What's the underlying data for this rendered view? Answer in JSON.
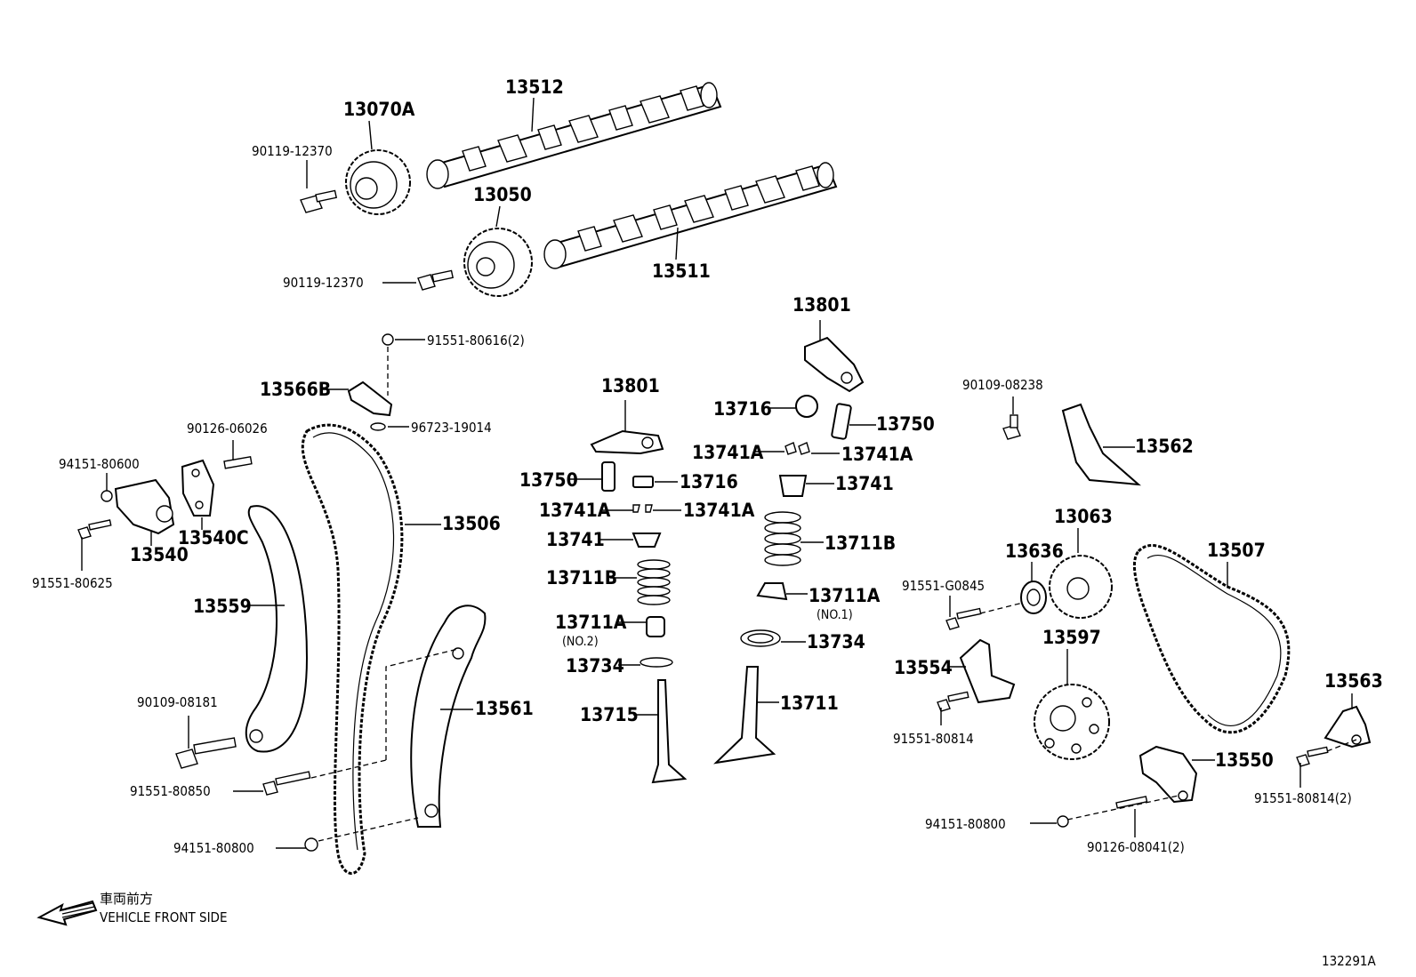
{
  "diagram": {
    "parts": {
      "p13512": "13512",
      "p13070A": "13070A",
      "p90119_12370_top": "90119-12370",
      "p13050": "13050",
      "p90119_12370_bot": "90119-12370",
      "p13511": "13511",
      "p91551_80616": "91551-80616(2)",
      "p13566B": "13566B",
      "p96723_19014": "96723-19014",
      "p90126_06026": "90126-06026",
      "p94151_80600": "94151-80600",
      "p13540C": "13540C",
      "p13540": "13540",
      "p91551_80625": "91551-80625",
      "p13506": "13506",
      "p13559": "13559",
      "p90109_08181": "90109-08181",
      "p91551_80850": "91551-80850",
      "p94151_80800_left": "94151-80800",
      "p13561": "13561",
      "p13801_left": "13801",
      "p13750_left": "13750",
      "p13716_left": "13716",
      "p13741A_l1": "13741A",
      "p13741A_l2": "13741A",
      "p13741_left": "13741",
      "p13711B_left": "13711B",
      "p13711A_left": "13711A",
      "no2": "(NO.2)",
      "p13734_left": "13734",
      "p13715": "13715",
      "p13801_right": "13801",
      "p13716_right": "13716",
      "p13750_right": "13750",
      "p13741A_r1": "13741A",
      "p13741A_r2": "13741A",
      "p13741_right": "13741",
      "p13711B_right": "13711B",
      "p13711A_right": "13711A",
      "no1": "(NO.1)",
      "p13734_right": "13734",
      "p13711": "13711",
      "p90109_08238": "90109-08238",
      "p13562": "13562",
      "p13063": "13063",
      "p13636": "13636",
      "p91551_G0845": "91551-G0845",
      "p13507": "13507",
      "p13554": "13554",
      "p13597": "13597",
      "p91551_80814": "91551-80814",
      "p13563": "13563",
      "p13550": "13550",
      "p91551_80814_2": "91551-80814(2)",
      "p94151_80800_right": "94151-80800",
      "p90126_08041": "90126-08041(2)"
    },
    "direction": {
      "jp": "車両前方",
      "en": "VEHICLE FRONT SIDE"
    },
    "figure_id": "132291A"
  }
}
